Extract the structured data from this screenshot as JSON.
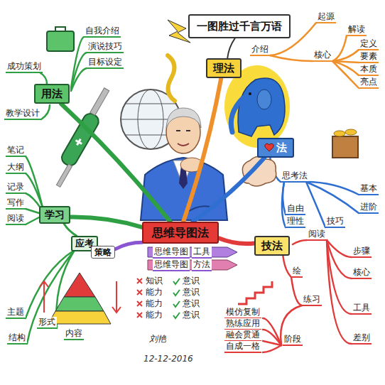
{
  "diagram": {
    "nodes": [
      {
        "text": [
          "思维导图法"
        ]
      },
      {
        "text": [
          "一图胜过千言万语"
        ]
      },
      {
        "text": [
          "理法"
        ]
      },
      {
        "text": [
          "法"
        ]
      },
      {
        "text": [
          "技法"
        ]
      },
      {
        "text": [
          "用法"
        ]
      },
      {
        "text": [
          "学习"
        ]
      },
      {
        "text": [
          "应考"
        ]
      },
      {
        "text": [
          "策略"
        ]
      }
    ],
    "edges": [
      {
        "from": 0,
        "to": 2,
        "arrow": "none"
      },
      {
        "from": 1,
        "to": 2,
        "arrow": "none"
      },
      {
        "from": 0,
        "to": 3,
        "arrow": "none"
      },
      {
        "from": 0,
        "to": 4,
        "arrow": "none"
      },
      {
        "from": 0,
        "to": 5,
        "arrow": "none"
      },
      {
        "from": 0,
        "to": 6,
        "arrow": "none"
      },
      {
        "from": 6,
        "to": 7,
        "arrow": "none"
      },
      {
        "from": 0,
        "to": 8,
        "arrow": "none"
      }
    ],
    "labels": [
      "介绍",
      "起源",
      "核心",
      "解读",
      "定义",
      "要素",
      "本质",
      "亮点",
      "思考法",
      "自由",
      "理性",
      "技巧",
      "基本",
      "进阶",
      "阅读",
      "步骤",
      "核心",
      "绘",
      "练习",
      "工具",
      "差别",
      "阶段",
      "模仿复制",
      "熟练应用",
      "融会贯通",
      "自成一格",
      "思维导图",
      "工具",
      "思维导图",
      "方法",
      "知识",
      "意识",
      "能力",
      "意识",
      "能力",
      "意识",
      "能力",
      "意识",
      "成功策划",
      "教学设计",
      "自我介绍",
      "演说技巧",
      "目标设定",
      "笔记",
      "大纲",
      "记录",
      "写作",
      "阅读",
      "主题",
      "形式",
      "结构",
      "内容",
      "刘艳",
      "12-12-2016"
    ]
  }
}
